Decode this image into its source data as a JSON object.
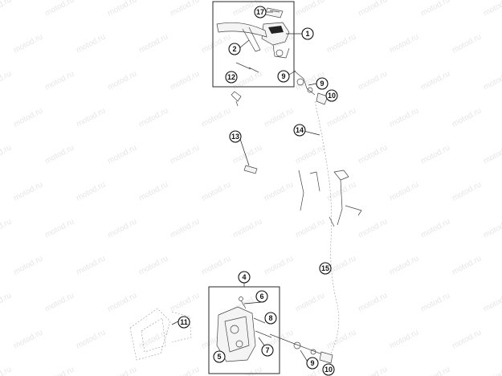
{
  "watermark": "motod.ru",
  "callouts": [
    {
      "id": "c17",
      "label": "17"
    },
    {
      "id": "c1",
      "label": "1"
    },
    {
      "id": "c2",
      "label": "2"
    },
    {
      "id": "c12",
      "label": "12"
    },
    {
      "id": "c9a",
      "label": "9"
    },
    {
      "id": "c9b",
      "label": "9"
    },
    {
      "id": "c10a",
      "label": "10"
    },
    {
      "id": "c14",
      "label": "14"
    },
    {
      "id": "c13",
      "label": "13"
    },
    {
      "id": "c15",
      "label": "15"
    },
    {
      "id": "c4",
      "label": "4"
    },
    {
      "id": "c6",
      "label": "6"
    },
    {
      "id": "c8",
      "label": "8"
    },
    {
      "id": "c11",
      "label": "11"
    },
    {
      "id": "c7",
      "label": "7"
    },
    {
      "id": "c5",
      "label": "5"
    },
    {
      "id": "c9c",
      "label": "9"
    },
    {
      "id": "c10b",
      "label": "10"
    }
  ]
}
